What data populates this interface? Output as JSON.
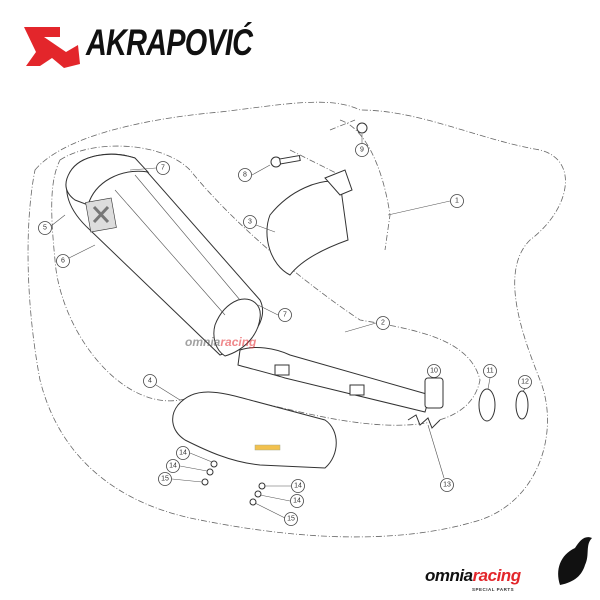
{
  "brand": {
    "name": "AKRAPOVIĆ",
    "color": "#e3262b"
  },
  "dealer_logo": {
    "part1": "omnia",
    "part2": "racing",
    "tagline": "SPECIAL PARTS",
    "accent": "#e3262b"
  },
  "watermark": {
    "part1": "omnia",
    "part2": "racing"
  },
  "callouts": [
    "1",
    "2",
    "3",
    "4",
    "5",
    "6",
    "7",
    "7",
    "8",
    "9",
    "10",
    "11",
    "12",
    "13",
    "14",
    "14",
    "15",
    "14",
    "14",
    "15"
  ]
}
